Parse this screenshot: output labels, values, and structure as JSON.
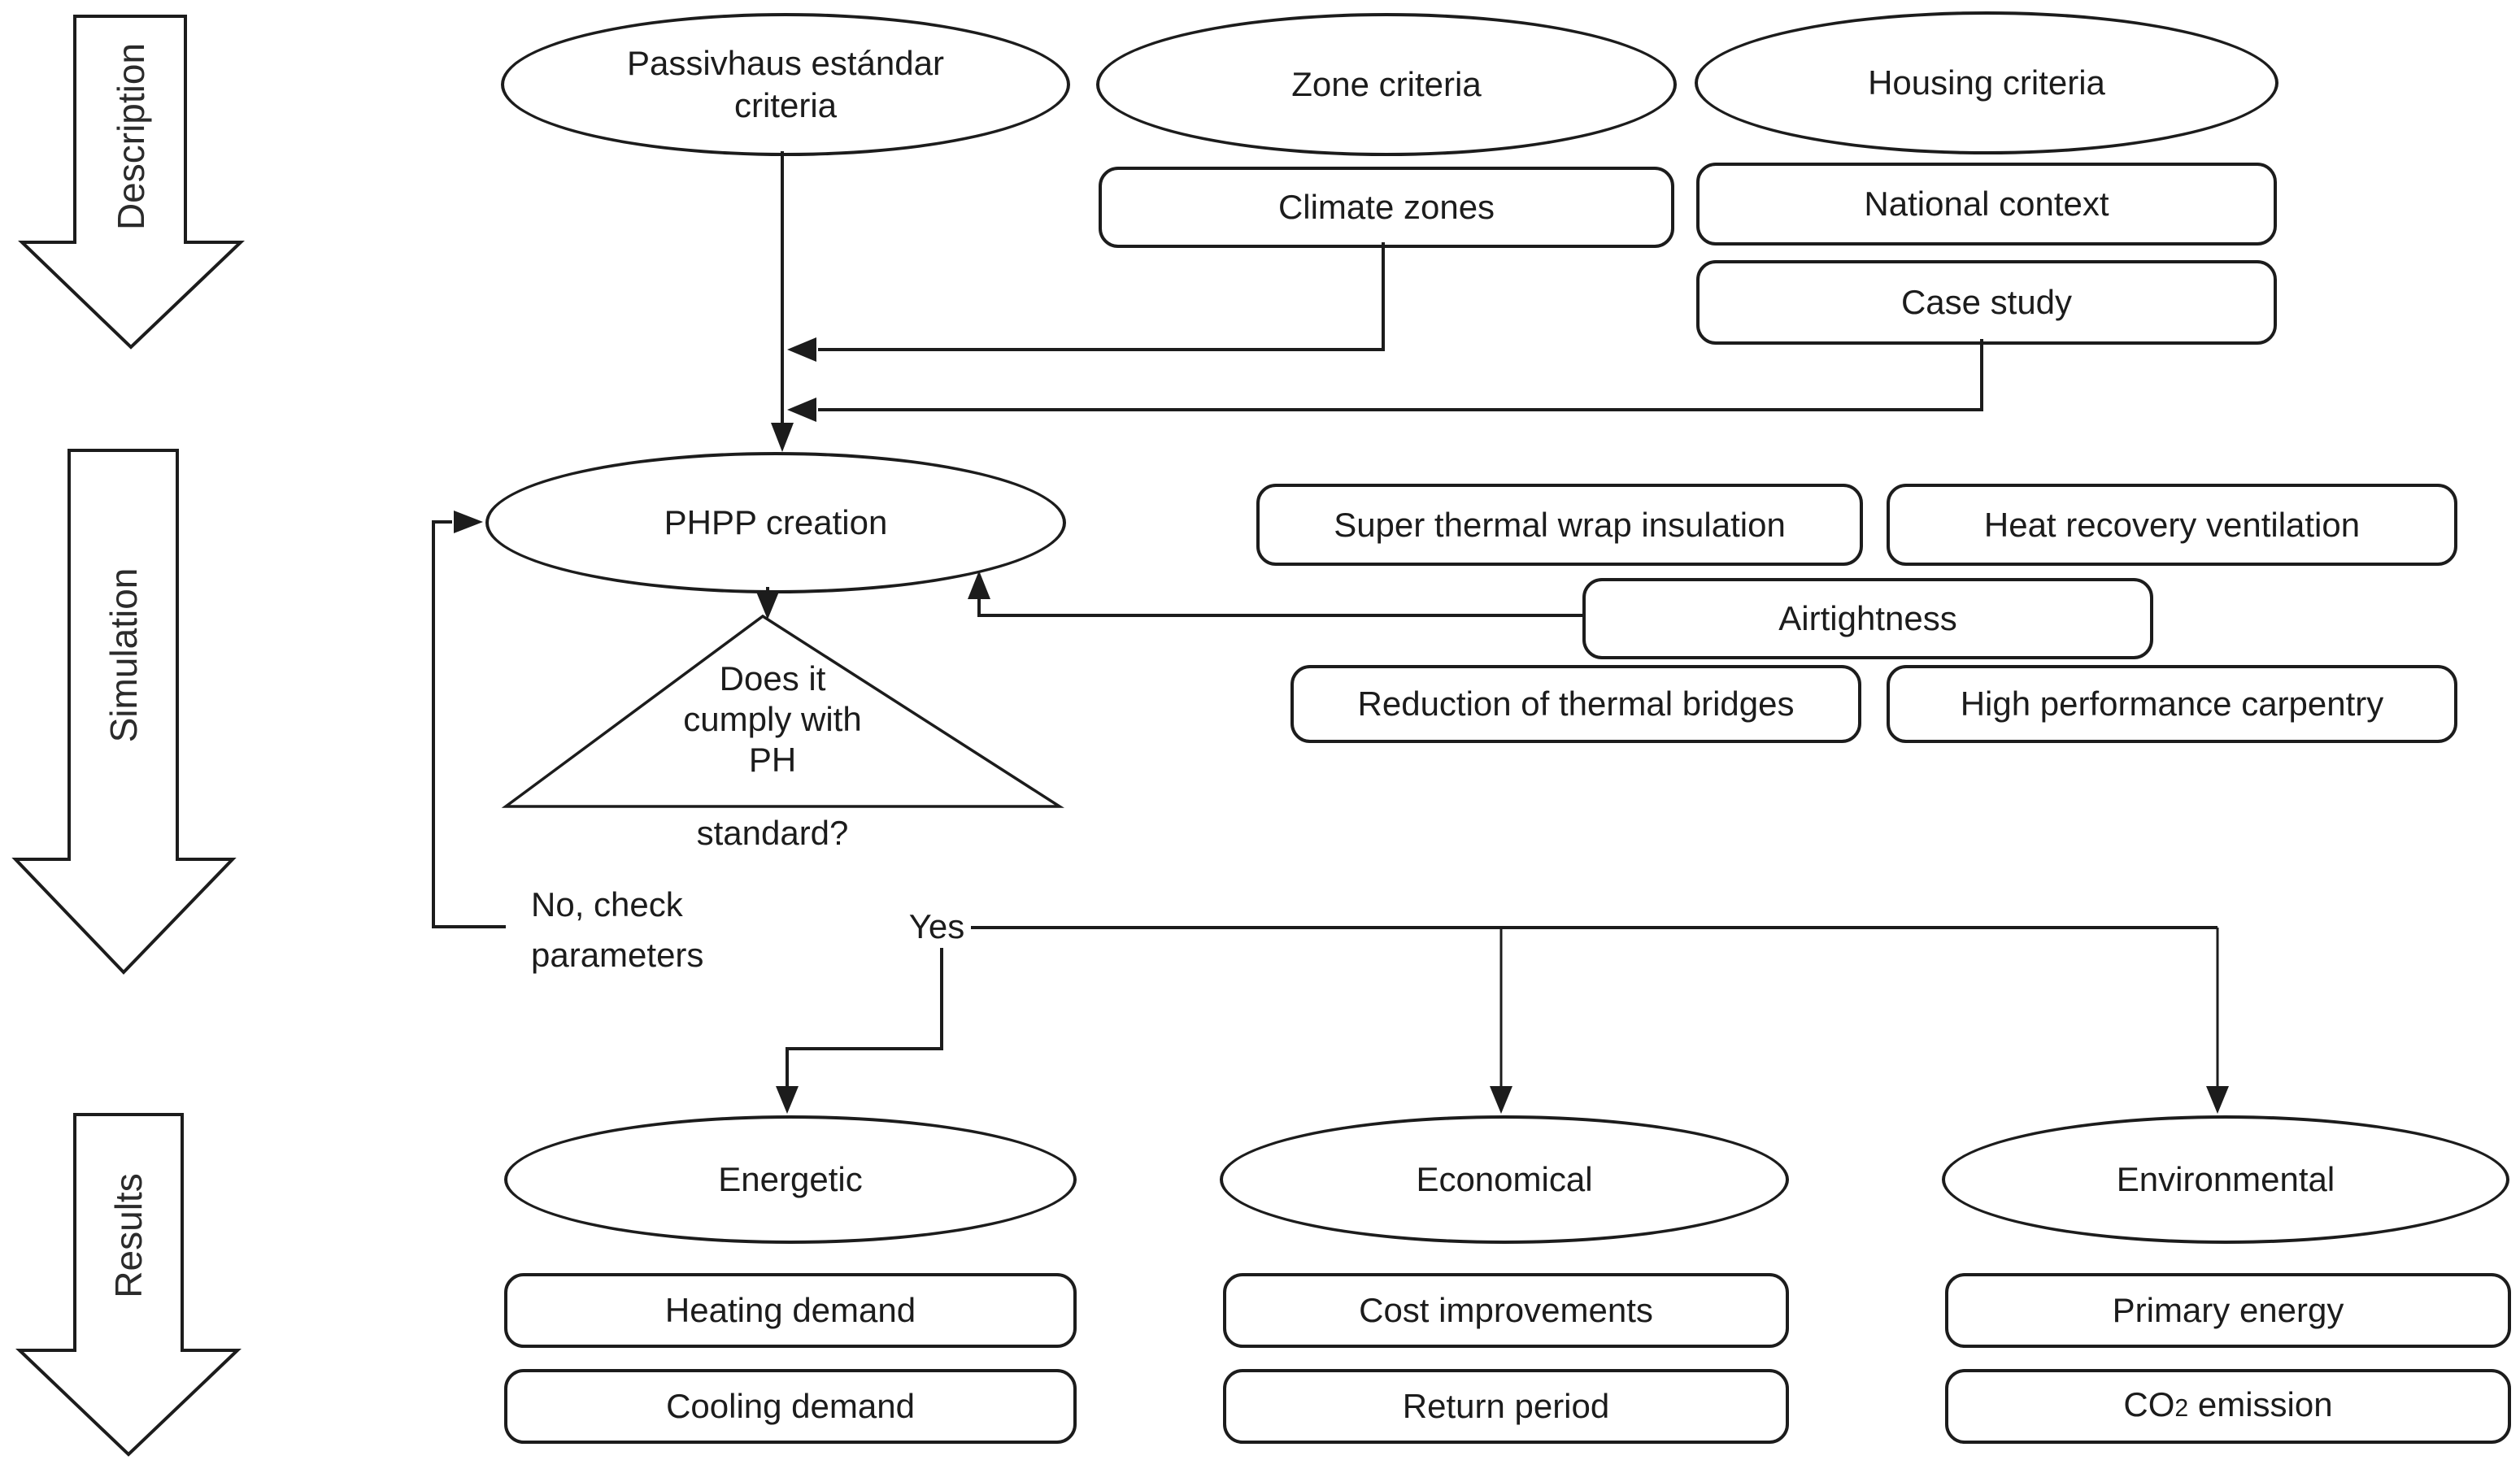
{
  "figure": {
    "colors": {
      "stroke": "#1c1c1c",
      "text": "#1c1c1c",
      "background": "#ffffff"
    },
    "phases": [
      {
        "label": "Description"
      },
      {
        "label": "Simulation"
      },
      {
        "label": "Results"
      }
    ],
    "top": {
      "passivhaus_lines": [
        "Passivhaus estándar",
        "criteria"
      ],
      "zone": "Zone criteria",
      "housing": "Housing criteria",
      "climate": "Climate zones",
      "national": "National context",
      "case_study": "Case study"
    },
    "simulation": {
      "phpp": "PHPP creation",
      "super_insulation": "Super thermal wrap insulation",
      "heat_recovery": "Heat recovery ventilation",
      "airtightness": "Airtightness",
      "thermal_bridges": "Reduction of thermal bridges",
      "carpentry": "High performance carpentry",
      "decision_lines": [
        "Does it",
        "cumply with",
        "PH"
      ],
      "decision_tail": "standard?",
      "no_lines": [
        "No, check",
        "parameters"
      ],
      "yes": "Yes"
    },
    "results": {
      "energetic": "Energetic",
      "economical": "Economical",
      "environmental": "Environmental",
      "heating": "Heating demand",
      "cooling": "Cooling demand",
      "cost": "Cost improvements",
      "return_period": "Return period",
      "primary": "Primary energy",
      "co2": {
        "pre": "CO",
        "sub": "2",
        "post": " emission"
      }
    }
  }
}
